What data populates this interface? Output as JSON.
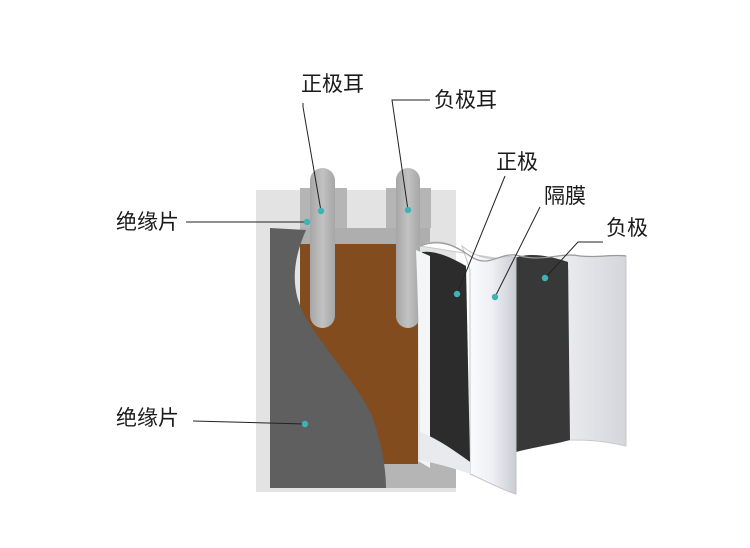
{
  "labels": {
    "positive_tab": "正极耳",
    "negative_tab": "负极耳",
    "insulation_top": "绝缘片",
    "insulation_bottom": "绝缘片",
    "positive_electrode": "正极",
    "separator": "隔膜",
    "negative_electrode": "负极"
  },
  "colors": {
    "casing": "#e3e3e3",
    "tab": "#b4b4b4",
    "cathode_material": "#834c1e",
    "insulation_sheet": "#5f5f5f",
    "electrode_dark": "#2e2e2e",
    "separator": "#eef0f4",
    "marker_dot": "#3cb4b4",
    "leader_line": "#222222"
  }
}
